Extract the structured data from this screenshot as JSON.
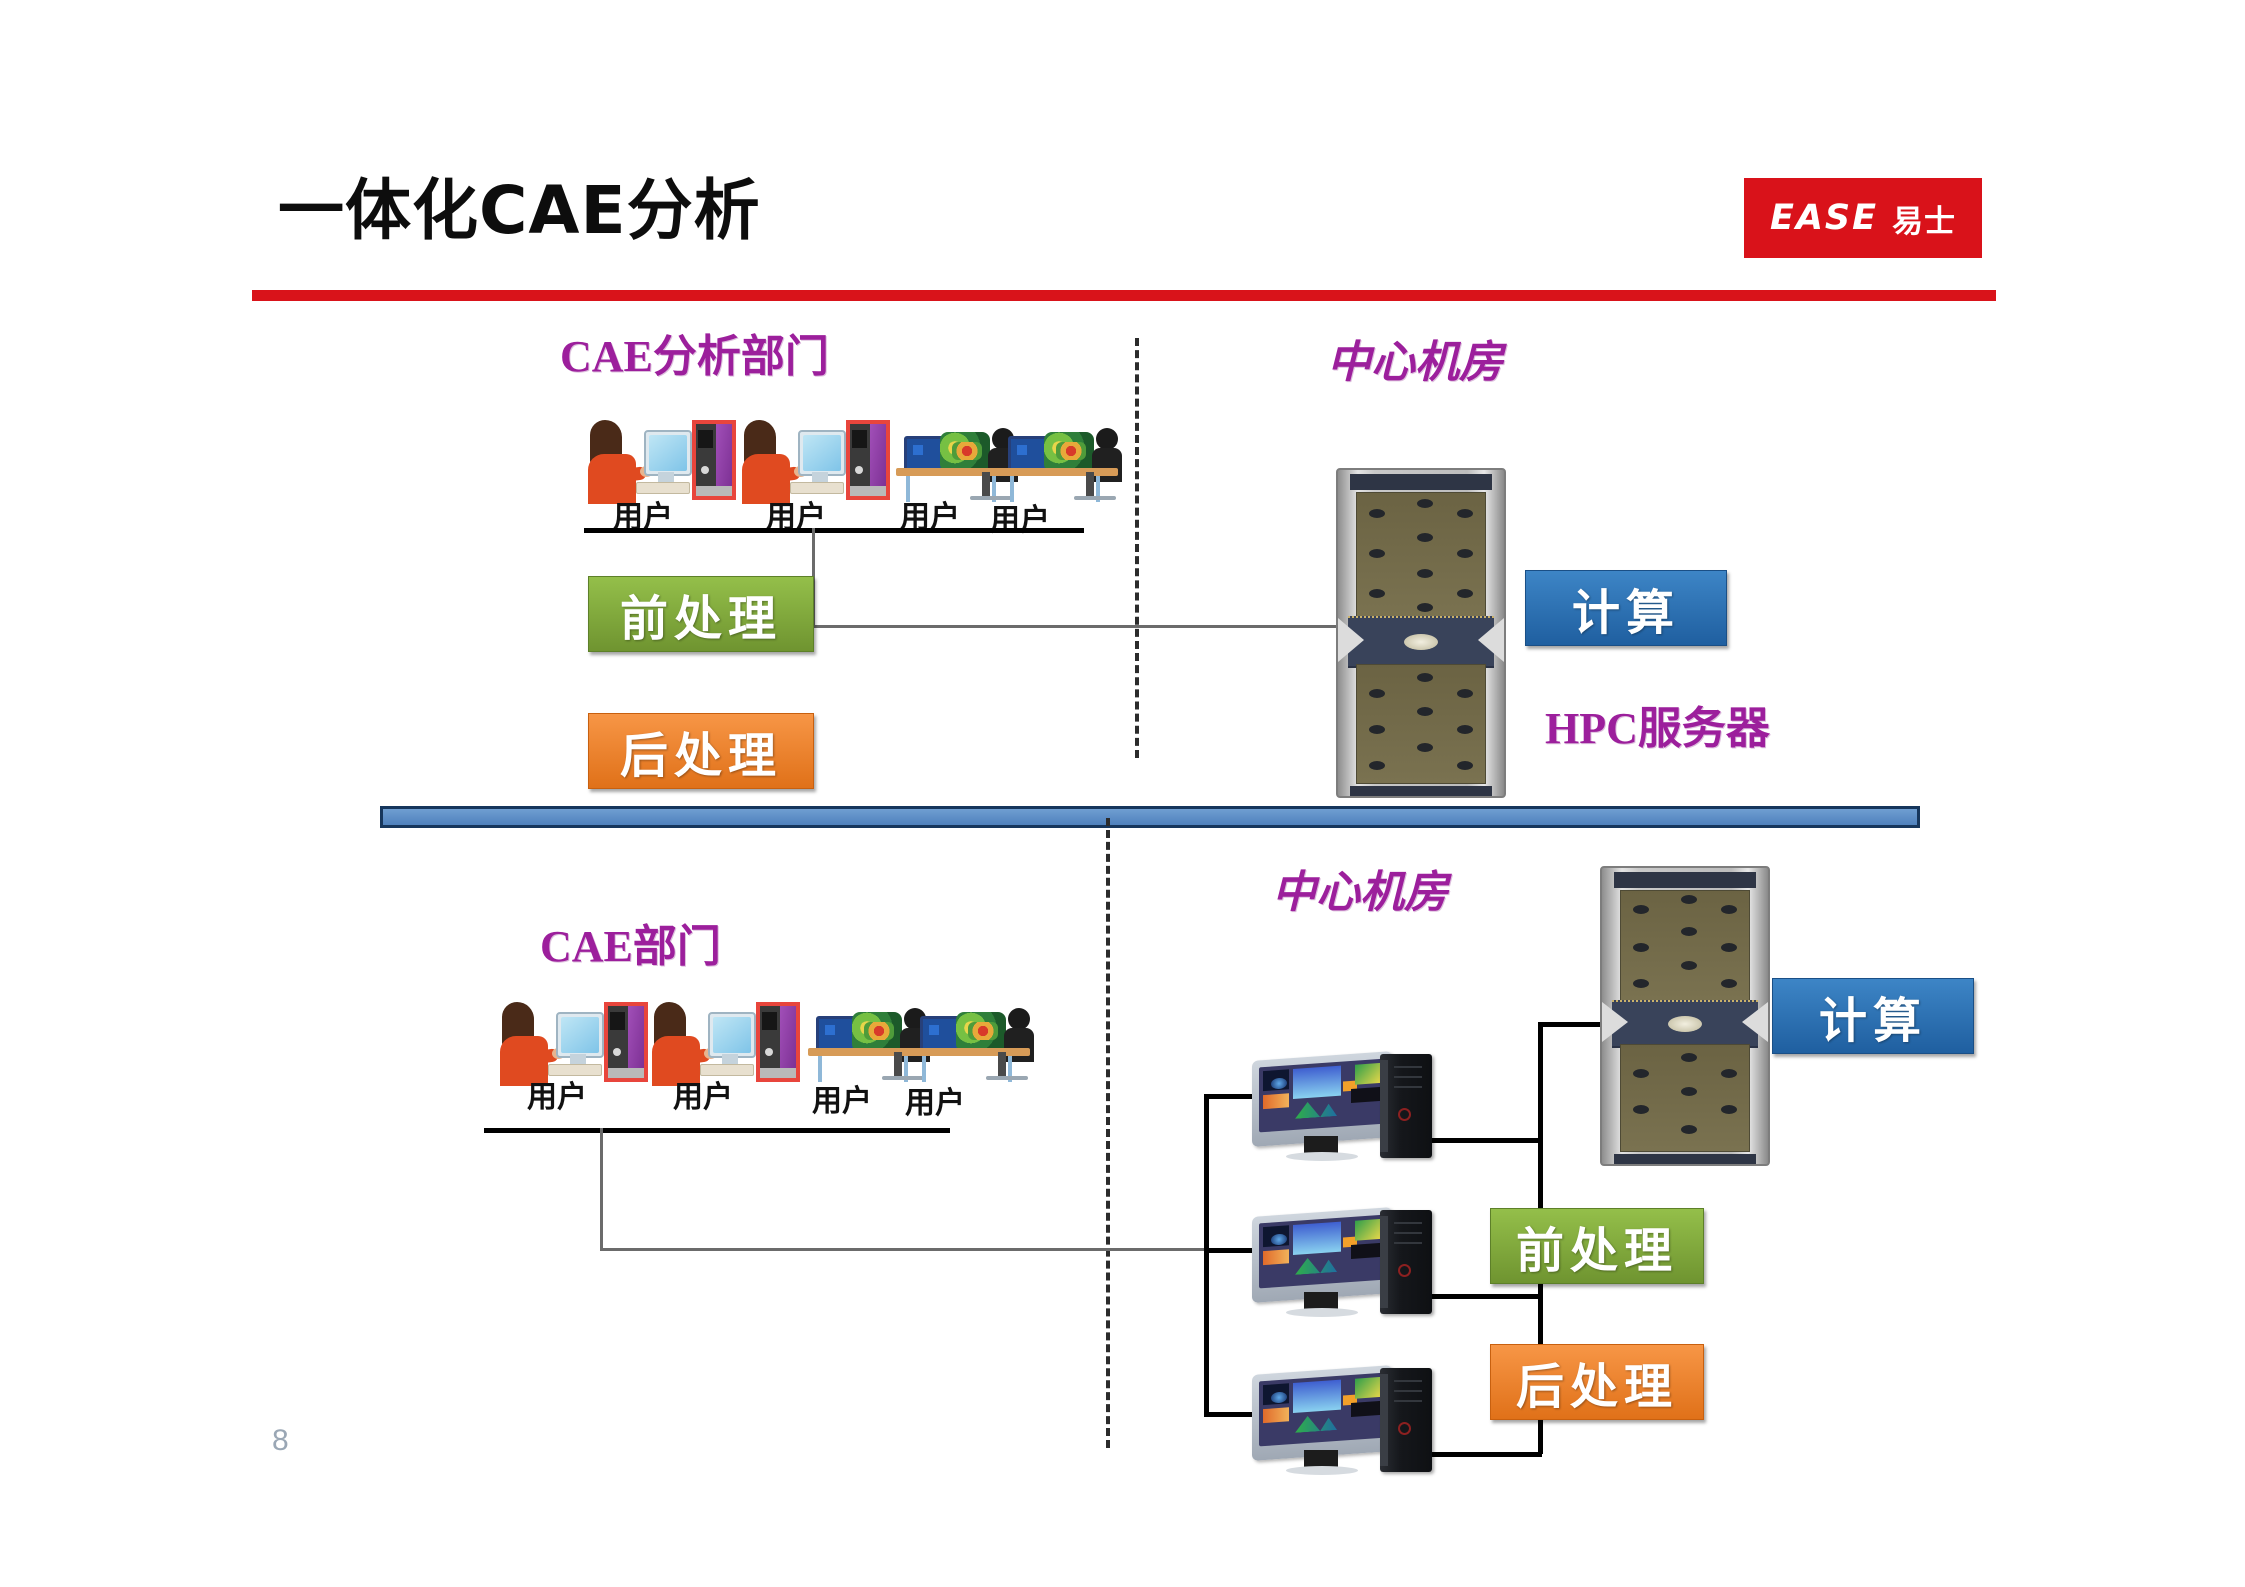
{
  "slide": {
    "title": "一体化CAE分析",
    "page_number": "8",
    "accent_red": "#d9131a",
    "divider_blue": "#4f81bd",
    "label_purple": "#9c1f9c"
  },
  "logo": {
    "latin": "EASE",
    "chinese": "易士",
    "background": "#d9121a"
  },
  "top_section": {
    "dept_label": "CAE分析部门",
    "datacenter_label": "中心机房",
    "server_label": "HPC服务器",
    "users": [
      {
        "label": "用户",
        "icon": "desk-user-icon"
      },
      {
        "label": "用户",
        "icon": "desk-user-icon"
      },
      {
        "label": "用户",
        "icon": "engineer-desk-icon"
      },
      {
        "label": "用户",
        "icon": "engineer-desk-icon"
      }
    ],
    "tags": [
      {
        "label": "前处理",
        "color": "#7fa93f"
      },
      {
        "label": "后处理",
        "color": "#ef8c2a"
      },
      {
        "label": "计算",
        "color": "#2f72b5"
      }
    ]
  },
  "bottom_section": {
    "dept_label": "CAE部门",
    "datacenter_label": "中心机房",
    "users": [
      {
        "label": "用户",
        "icon": "desk-user-icon"
      },
      {
        "label": "用户",
        "icon": "desk-user-icon"
      },
      {
        "label": "用户",
        "icon": "engineer-desk-icon"
      },
      {
        "label": "用户",
        "icon": "engineer-desk-icon"
      }
    ],
    "workstations": [
      {
        "icon": "workstation-icon"
      },
      {
        "icon": "workstation-icon"
      },
      {
        "icon": "workstation-icon"
      }
    ],
    "tags": [
      {
        "label": "计算",
        "color": "#2f72b5"
      },
      {
        "label": "前处理",
        "color": "#7fa93f"
      },
      {
        "label": "后处理",
        "color": "#ef8c2a"
      }
    ]
  }
}
